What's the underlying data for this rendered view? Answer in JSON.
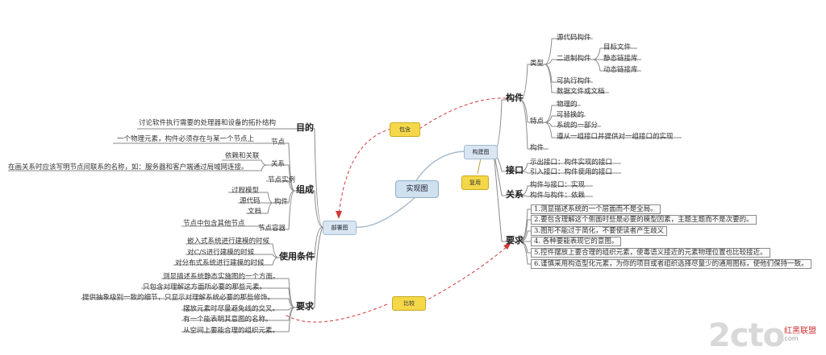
{
  "center": "实现图",
  "main_nodes": {
    "component": "构建图",
    "deploy": "部署图",
    "reuse": "复用",
    "contain": "包含",
    "compare": "比较"
  },
  "right": {
    "components": {
      "label": "构件",
      "type": {
        "label": "类型",
        "items": [
          "源代码构件",
          "二进制构件",
          "可执行构件",
          "数据文件或文档"
        ],
        "binary_items": [
          "目标文件",
          "静态链接库",
          "动态链接库"
        ]
      },
      "features": {
        "label": "特点",
        "items": [
          "物理的",
          "可替换的",
          "系统的一部分",
          "遵从一组接口并提供对一组接口的实现"
        ]
      },
      "extra": "构件"
    },
    "interface": {
      "label": "接口",
      "items": [
        "示出接口：构件实现的接口",
        "引入接口：构件使用的接口"
      ]
    },
    "relation": {
      "label": "关系",
      "items": [
        "构件与接口：实现",
        "构件与构件：依赖"
      ]
    },
    "requirements": {
      "label": "要求",
      "items": [
        "1.测显描述系统的一个层面而不是全局。",
        "2.要包含理解这个侧面时些是必要的模型因素，主题主题而不是次要的。",
        "3.图形不能过于简化，不要使读者产生歧义",
        "4. 各种要能表现它的意图。",
        "5.控件摆放上要合理的组织元素，使毒语义接近的元素物理位置也比较接近。",
        "6.谨慎采用构造型化元素，为你的项目或者组织选择尽量少的通用图标，使他们保持一致。"
      ]
    }
  },
  "left": {
    "purpose": {
      "label": "目的",
      "text": "讨论软件执行需要的处理器和设备的拓扑结构"
    },
    "composition": {
      "label": "组成",
      "node": {
        "label": "节点",
        "text": "一个物理元素，构件必须存在与某一个节点上"
      },
      "relation": {
        "label": "关系",
        "items": [
          "依赖和关联",
          "在画关系时应该写明节点间联系的名称，如：服务器和客户端通过局域网连接。"
        ]
      },
      "instance": "节点实例",
      "artifact": {
        "label": "构件",
        "items": [
          "过程模型",
          "源代码",
          "文档"
        ]
      },
      "container": {
        "label": "节点容器",
        "text": "节点中包含其他节点"
      }
    },
    "conditions": {
      "label": "使用条件",
      "items": [
        "嵌入式系统进行建模的时候",
        "对C/S进行建模的时候",
        "对分布式系统进行建模的时候"
      ]
    },
    "requirements": {
      "label": "要求",
      "items": [
        "测显描述系统静态实施图的一个方面。",
        "只包含对理解这方面所必要的那些元素。",
        "提供抽象级别一致的细节，只显示对理解系统必要的那些修饰。",
        "摆放元素时尽量避免线的交叉。",
        "有一个能表明其意图的名称。",
        "从空间上要能合理的组织元素。"
      ]
    }
  },
  "watermark": {
    "logo": "2cto",
    "cn": "红黑联盟",
    "url": ".com"
  },
  "colors": {
    "line": "#8a8a8a",
    "dashed": "#d03a3a",
    "center_fill": "#cfe0ef",
    "yellow": "#f5d84a"
  }
}
